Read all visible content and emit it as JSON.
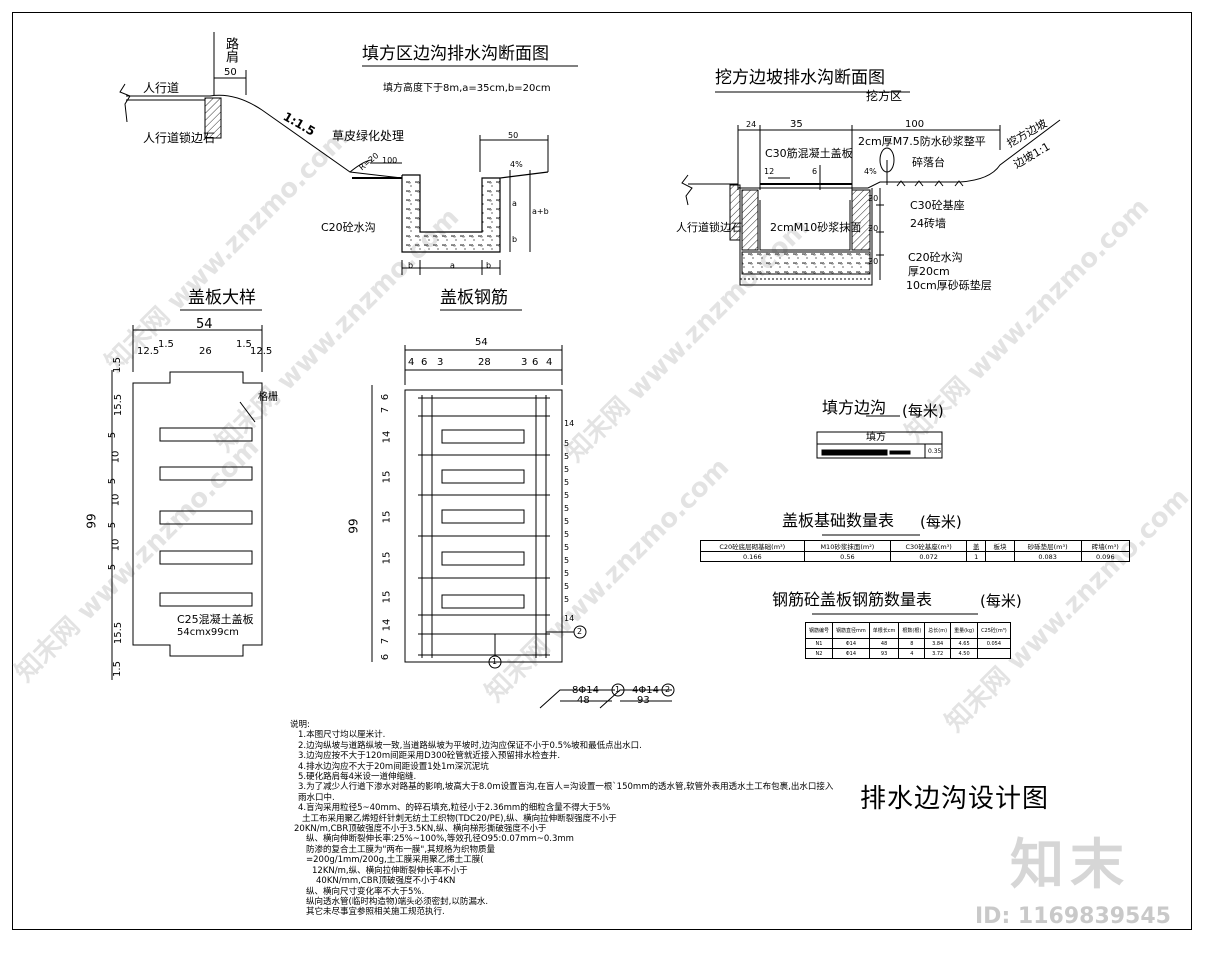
{
  "watermark": {
    "brand": "知末",
    "id": "ID: 1169839545",
    "tile": "知末网 www.znzmo.com"
  },
  "sheet_title": "排水边沟设计图",
  "fill_section": {
    "title": "填方区边沟排水沟断面图",
    "subtitle": "填方高度下于8m,a=35cm,b=20cm",
    "labels": {
      "road_shoulder": "路肩",
      "dim_50": "50",
      "sidewalk": "人行道",
      "curb": "人行道锁边石",
      "slope": "1:1.5",
      "grass": "草皮绿化处理",
      "r20": "R=20",
      "dim_100": "100",
      "pct": "4%",
      "ditch": "C20砼水沟",
      "a": "a",
      "b": "b",
      "ab": "a+b",
      "top50": "50"
    }
  },
  "cut_section": {
    "title": "挖方边坡排水沟断面图",
    "zone": "挖方区",
    "labels": {
      "d24": "24",
      "d35": "35",
      "d100": "100",
      "mortar2": "2cm厚M7.5防水砂浆整平",
      "slab": "C30筋混凝土盖板",
      "d12": "12",
      "d6": "6",
      "platform": "碎落台",
      "pct": "4%",
      "slope": "挖方边坡",
      "ratio": "边坡1:1",
      "base": "C30砼基座",
      "brick": "24砖墙",
      "curb": "人行道锁边石",
      "mortar10": "2cmM10砂浆抹面",
      "ditch": "C20砼水沟",
      "thick": "厚20cm",
      "gravel": "10cm厚砂砾垫层",
      "d20a": "20",
      "d20b": "20",
      "d20c": "20"
    }
  },
  "cover_detail": {
    "title": "盖板大样",
    "top_dims": {
      "overall": "54",
      "parts": [
        "12.5",
        "1.5",
        "26",
        "1.5",
        "12.5"
      ]
    },
    "side_dims": [
      "1.5",
      "15.5",
      "5",
      "10",
      "5",
      "10",
      "5",
      "10",
      "5",
      "15.5",
      "1.5"
    ],
    "height": "99",
    "grate": "格栅",
    "material": "C25混凝土盖板",
    "size": "54cmx99cm"
  },
  "rebar_detail": {
    "title": "盖板钢筋",
    "top_dims": {
      "overall": "54",
      "parts": [
        "4",
        "6",
        "3",
        "28",
        "3",
        "6",
        "4"
      ]
    },
    "side_dims": [
      "6",
      "7",
      "14",
      "15",
      "15",
      "15",
      "15",
      "14",
      "7",
      "6"
    ],
    "right_dims": [
      "14",
      "5",
      "5",
      "5",
      "5",
      "5",
      "5",
      "5",
      "5",
      "5",
      "5",
      "5",
      "5",
      "5",
      "14"
    ],
    "height": "99",
    "marks": [
      "1",
      "2"
    ],
    "bar1": {
      "spec": "8Φ14",
      "len": "48",
      "no": "1"
    },
    "bar2": {
      "spec": "4Φ14",
      "len": "93",
      "no": "2"
    }
  },
  "fill_table": {
    "title": "填方边沟",
    "unit": "(每米)",
    "header": "填方",
    "value": "0.35"
  },
  "base_table": {
    "title": "盖板基础数量表",
    "unit": "(每米)",
    "headers": [
      "C20砼底层砌基础(m³)",
      "M10砂浆抹面(m²)",
      "C30砼基座(m³)",
      "盖",
      "板块",
      "砂砾垫层(m³)",
      "砖墙(m³)"
    ],
    "values": [
      "0.166",
      "0.56",
      "0.072",
      "1",
      "",
      "0.083",
      "0.096"
    ]
  },
  "rebar_table": {
    "title": "钢筋砼盖板钢筋数量表",
    "unit": "(每米)",
    "headers": [
      "钢筋编号",
      "钢筋直径mm",
      "单根长cm",
      "根数(根)",
      "总长(m)",
      "重量(kg)",
      "C25砼(m³)"
    ],
    "rows": [
      [
        "N1",
        "Φ14",
        "48",
        "8",
        "3.84",
        "4.65",
        "0.054"
      ],
      [
        "N2",
        "Φ14",
        "93",
        "4",
        "3.72",
        "4.50",
        ""
      ]
    ]
  },
  "notes": {
    "heading": "说明:",
    "lines": [
      "1.本图尺寸均以厘米计.",
      "2.边沟纵坡与道路纵坡一致,当道路纵坡为平坡时,边沟应保证不小于0.5%坡和最低点出水口.",
      "3.边沟应按不大于120m间距采用D300砼管就近接入预留排水检查井.",
      "4.排水边沟应不大于20m间距设置1处1m深沉泥坑",
      "5.硬化路肩每4米设一道伸缩缝.",
      "3.为了减少人行道下渗水对路基的影响,坡高大于8.0m设置盲沟,在盲人=沟设置一根`150mm的透水管,软管外表用透水土工布包裹,出水口接入雨水口中.",
      "4.盲沟采用粒径5~40mm、的碎石填充,粒径小于2.36mm的细粒含量不得大于5%",
      "土工布采用聚乙烯短纤针刺无纺土工织物(TDC20/PE),纵、横向拉伸断裂强度不小于",
      "20KN/m,CBR顶破强度不小于3.5KN,纵、横向梯形撕破强度不小于",
      "纵、横向伸断裂伸长率:25%~100%,等效孔径O95:0.07mm~0.3mm",
      "防渗的复合土工膜为\"两布一膜\",其规格为织物质量",
      "=200g/1mm/200g,土工膜采用聚乙烯土工膜(",
      "12KN/m,纵、横向拉伸断裂伸长率不小于",
      "40KN/mm,CBR顶破强度不小于4KN",
      "纵、横向尺寸变化率不大于5%.",
      "纵向透水管(临时构造物)端头必须密封,以防漏水.",
      "其它未尽事宜参照相关施工规范执行."
    ]
  }
}
